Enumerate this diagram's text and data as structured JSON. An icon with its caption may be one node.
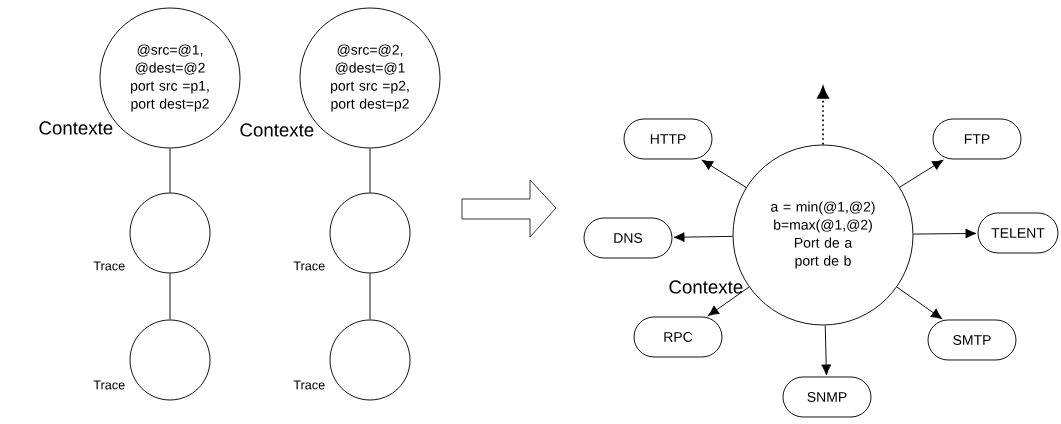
{
  "diagram": {
    "nodes": [
      {
        "text": [
          "@src=@1, @dest=@2 port src =p1, port dest=p2"
        ],
        "beside": [
          "Contexte"
        ]
      },
      {
        "text": [],
        "shape": "circle",
        "beside": [
          "Trace"
        ]
      },
      {
        "text": [],
        "shape": "circle",
        "beside": [
          "Trace"
        ]
      },
      {
        "text": [
          "@src=@2, @dest=@1 port src =p2, port dest=p2"
        ],
        "beside": [
          "Contexte"
        ]
      },
      {
        "text": [],
        "shape": "circle",
        "beside": [
          "Trace"
        ]
      },
      {
        "text": [],
        "shape": "circle",
        "beside": [
          "Trace"
        ]
      },
      {
        "text": [
          "a = min(@1,@2) b=max(@1,@2) Port de a port de b"
        ],
        "beside": [
          "Contexte"
        ]
      },
      {
        "text": [
          "HTTP"
        ]
      },
      {
        "text": [
          "FTP"
        ]
      },
      {
        "text": [
          "DNS"
        ]
      },
      {
        "text": [
          "TELENT"
        ]
      },
      {
        "text": [
          "RPC"
        ]
      },
      {
        "text": [
          "SMTP"
        ]
      },
      {
        "text": [
          "SNMP"
        ]
      }
    ],
    "edges": [
      {
        "from": 0,
        "to": 1,
        "arrow": "none"
      },
      {
        "from": 1,
        "to": 2,
        "arrow": "none"
      },
      {
        "from": 3,
        "to": 4,
        "arrow": "none"
      },
      {
        "from": 4,
        "to": 5,
        "arrow": "none"
      },
      {
        "from": 6,
        "to": null,
        "arrow": "to",
        "style": "dashed"
      },
      {
        "from": 6,
        "to": 7,
        "arrow": "to"
      },
      {
        "from": 6,
        "to": 8,
        "arrow": "to"
      },
      {
        "from": 6,
        "to": 9,
        "arrow": "to"
      },
      {
        "from": 6,
        "to": 10,
        "arrow": "to"
      },
      {
        "from": 6,
        "to": 11,
        "arrow": "to"
      },
      {
        "from": 6,
        "to": 12,
        "arrow": "to"
      },
      {
        "from": 6,
        "to": 13,
        "arrow": "to"
      }
    ]
  }
}
